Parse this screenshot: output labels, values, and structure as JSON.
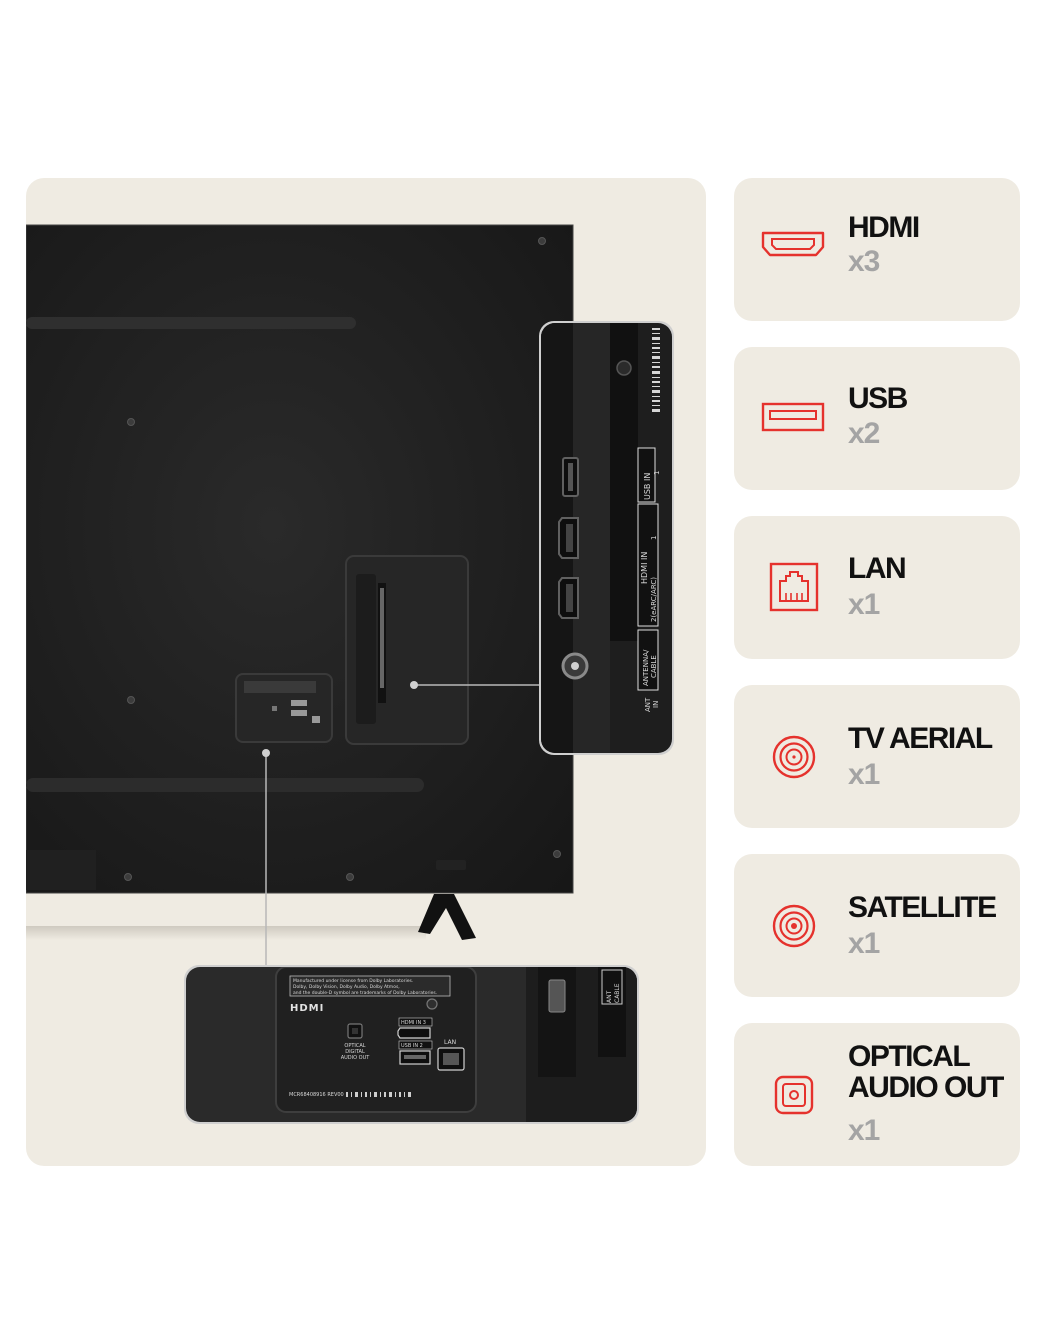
{
  "ports": [
    {
      "name": "HDMI",
      "count": "x3",
      "icon": "hdmi-icon"
    },
    {
      "name": "USB",
      "count": "x2",
      "icon": "usb-icon"
    },
    {
      "name": "LAN",
      "count": "x1",
      "icon": "lan-icon"
    },
    {
      "name": "TV AERIAL",
      "count": "x1",
      "icon": "tv-aerial-icon"
    },
    {
      "name": "SATELLITE",
      "count": "x1",
      "icon": "satellite-icon"
    },
    {
      "name": "OPTICAL AUDIO OUT",
      "name_line1": "OPTICAL",
      "name_line2": "AUDIO OUT",
      "count": "x1",
      "icon": "optical-audio-out-icon"
    }
  ],
  "back_labels": {
    "usb_in": "USB IN",
    "hdmi_in": "HDMI IN",
    "earc": "2(eARC/ARC)",
    "one": "1",
    "antenna_line1": "ANTENNA/",
    "antenna_line2": "CABLE",
    "ant_in_line1": "ANT",
    "ant_in_line2": "IN",
    "dolby_line1": "Manufactured under license from Dolby Laboratories.",
    "dolby_line2": "Dolby, Dolby Vision, Dolby Audio, Dolby Atmos,",
    "dolby_line3": "and the double-D symbol are trademarks of Dolby Laboratories.",
    "hdmi_logo": "HDMI",
    "optical_line1": "OPTICAL",
    "optical_line2": "DIGITAL",
    "optical_line3": "AUDIO OUT",
    "hdmi_in_3": "HDMI IN 3",
    "usb_in_2": "USB IN 2",
    "lan": "LAN",
    "model": "MCR68408916 REV00"
  },
  "colors": {
    "accent_red": "#e5322d",
    "panel_bg": "#efebe2",
    "tv_back": "#1b1b1b",
    "count_gray": "#a4a4a4"
  }
}
